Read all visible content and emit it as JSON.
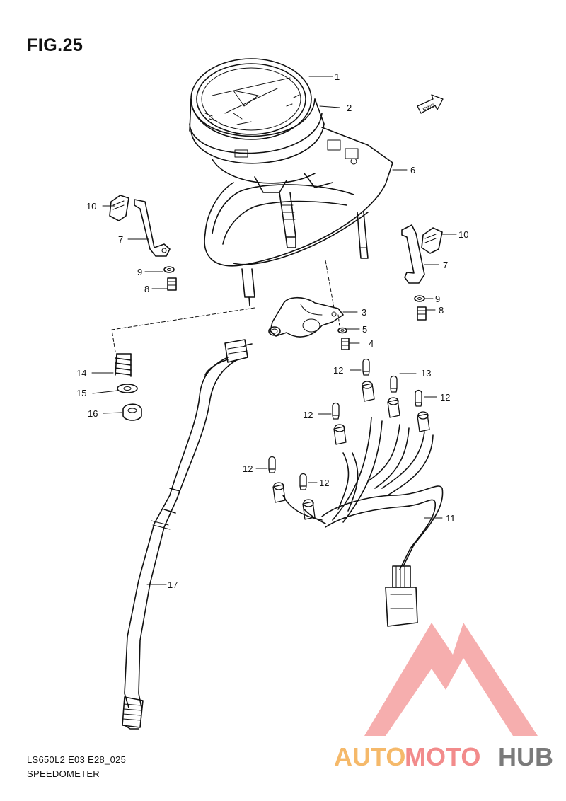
{
  "figure": {
    "title": "FIG.25",
    "model_code": "LS650L2 E03 E28_025",
    "section_name": "SPEEDOMETER"
  },
  "fwd_label": "FWD",
  "callouts": [
    {
      "id": "c1",
      "label": "1"
    },
    {
      "id": "c2",
      "label": "2"
    },
    {
      "id": "c3",
      "label": "3"
    },
    {
      "id": "c4",
      "label": "4"
    },
    {
      "id": "c5",
      "label": "5"
    },
    {
      "id": "c6",
      "label": "6"
    },
    {
      "id": "c7a",
      "label": "7"
    },
    {
      "id": "c7b",
      "label": "7"
    },
    {
      "id": "c8a",
      "label": "8"
    },
    {
      "id": "c8b",
      "label": "8"
    },
    {
      "id": "c9a",
      "label": "9"
    },
    {
      "id": "c9b",
      "label": "9"
    },
    {
      "id": "c10a",
      "label": "10"
    },
    {
      "id": "c10b",
      "label": "10"
    },
    {
      "id": "c11",
      "label": "11"
    },
    {
      "id": "c12a",
      "label": "12"
    },
    {
      "id": "c12b",
      "label": "12"
    },
    {
      "id": "c12c",
      "label": "12"
    },
    {
      "id": "c12d",
      "label": "12"
    },
    {
      "id": "c12e",
      "label": "12"
    },
    {
      "id": "c13",
      "label": "13"
    },
    {
      "id": "c14",
      "label": "14"
    },
    {
      "id": "c15",
      "label": "15"
    },
    {
      "id": "c16",
      "label": "16"
    },
    {
      "id": "c17",
      "label": "17"
    }
  ],
  "watermark": {
    "part1": "AUTO",
    "part2": "MOTO",
    "part3": "HUB",
    "colors": {
      "auto": "#f5b96a",
      "moto": "#f28b8b",
      "hub": "#7a7a7a",
      "logo": "#f5a0a0"
    }
  }
}
